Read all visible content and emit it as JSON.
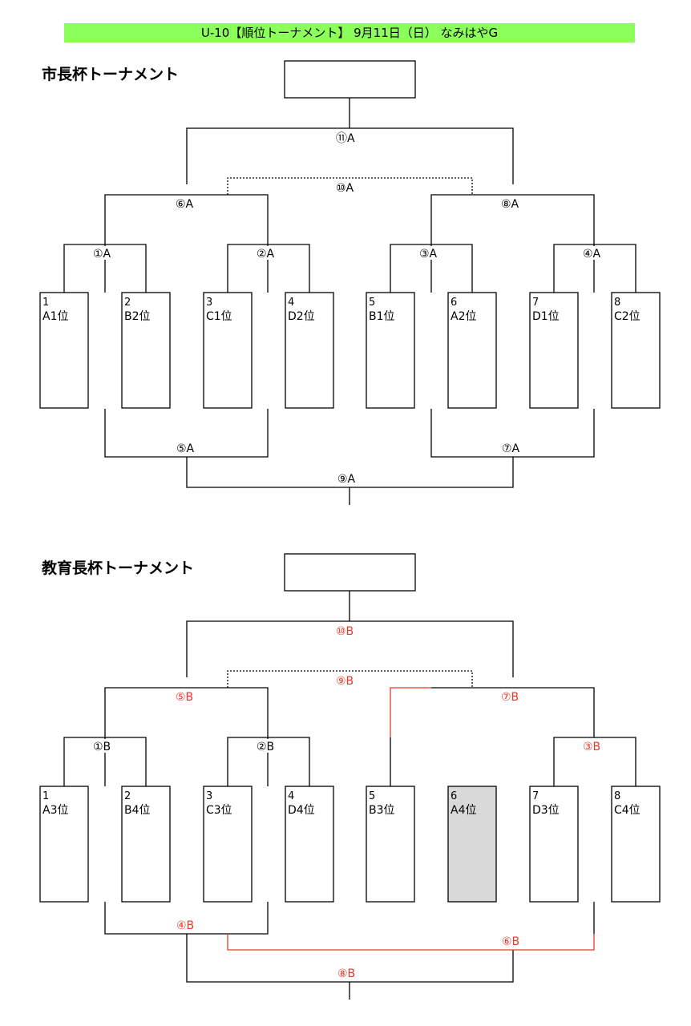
{
  "header": {
    "title": "U-10【順位トーナメント】 9月11日（日） なみはやG"
  },
  "tournaments": [
    {
      "title": "市長杯トーナメント",
      "slots": [
        {
          "num": "1",
          "seed": "A1位"
        },
        {
          "num": "2",
          "seed": "B2位"
        },
        {
          "num": "3",
          "seed": "C1位"
        },
        {
          "num": "4",
          "seed": "D2位"
        },
        {
          "num": "5",
          "seed": "B1位"
        },
        {
          "num": "6",
          "seed": "A2位"
        },
        {
          "num": "7",
          "seed": "D1位"
        },
        {
          "num": "8",
          "seed": "C2位"
        }
      ],
      "matches": {
        "m1": "①A",
        "m2": "②A",
        "m3": "③A",
        "m4": "④A",
        "m6": "⑥A",
        "m8": "⑧A",
        "m10": "⑩A",
        "m11": "⑪A",
        "m5": "⑤A",
        "m7": "⑦A",
        "m9": "⑨A"
      }
    },
    {
      "title": "教育長杯トーナメント",
      "slots": [
        {
          "num": "1",
          "seed": "A3位"
        },
        {
          "num": "2",
          "seed": "B4位"
        },
        {
          "num": "3",
          "seed": "C3位"
        },
        {
          "num": "4",
          "seed": "D4位"
        },
        {
          "num": "5",
          "seed": "B3位"
        },
        {
          "num": "6",
          "seed": "A4位"
        },
        {
          "num": "7",
          "seed": "D3位"
        },
        {
          "num": "8",
          "seed": "C4位"
        }
      ],
      "matches": {
        "m1": "①B",
        "m2": "②B",
        "m3": "③B",
        "m5": "⑤B",
        "m7": "⑦B",
        "m9": "⑨B",
        "m10": "⑩B",
        "m4": "④B",
        "m6": "⑥B",
        "m8": "⑧B"
      }
    }
  ],
  "colors": {
    "banner": "#8cff5c",
    "highlight_path": "#e8392a",
    "bye_slot": "#d9d9d9",
    "line": "#000000"
  }
}
